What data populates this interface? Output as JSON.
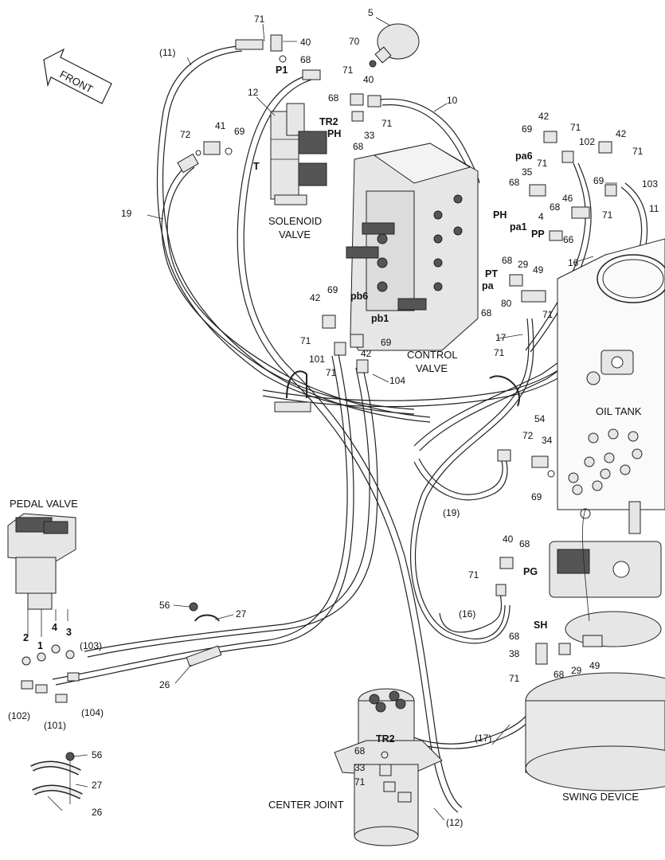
{
  "front_arrow": {
    "label": "FRONT"
  },
  "captions": {
    "solenoid": [
      "SOLENOID",
      "VALVE"
    ],
    "control": [
      "CONTROL",
      "VALVE"
    ],
    "oil_tank": "OIL TANK",
    "pedal": "PEDAL VALVE",
    "center_joint": "CENTER JOINT",
    "swing": "SWING DEVICE"
  },
  "ports": {
    "p1": "P1",
    "tr2_top": "TR2",
    "ph_top": "PH",
    "t": "T",
    "pa6": "pa6",
    "ph_right": "PH",
    "pa1": "pa1",
    "pp": "PP",
    "pt": "PT",
    "pa": "pa",
    "pb6": "pb6",
    "pb1": "pb1",
    "pg": "PG",
    "sh": "SH",
    "tr2_center": "TR2"
  },
  "callouts": {
    "n71a": "71",
    "n40a": "40",
    "n68a": "68",
    "n5": "5",
    "n70": "70",
    "n11p": "(11)",
    "n71b": "71",
    "n40b": "40",
    "n12": "12",
    "n68b": "68",
    "n71c": "71",
    "n33a": "33",
    "n68c": "68",
    "n10": "10",
    "n72a": "72",
    "n41": "41",
    "n69a": "69",
    "n19": "19",
    "n42a": "42",
    "n69b": "69",
    "n71d": "71",
    "n102": "102",
    "n42b": "42",
    "n71e": "71",
    "n35": "35",
    "n71f": "71",
    "n68d": "68",
    "n69c": "69",
    "n103": "103",
    "n46": "46",
    "n71g": "71",
    "n11": "11",
    "n4": "4",
    "n68e": "68",
    "n66": "66",
    "n16": "16",
    "n68f": "68",
    "n29a": "29",
    "n49a": "49",
    "n80": "80",
    "n68g": "68",
    "n71h": "71",
    "n17": "17",
    "n42c": "42",
    "n69d": "69",
    "n71i": "71",
    "n101": "101",
    "n42d": "42",
    "n69e": "69",
    "n71j": "71",
    "n104": "104",
    "n71k": "71",
    "n54": "54",
    "n72b": "72",
    "n34": "34",
    "n69f": "69",
    "n19p": "(19)",
    "n40c": "40",
    "n68h": "68",
    "n71l": "71",
    "n16p": "(16)",
    "n68i": "68",
    "n38": "38",
    "n29b": "29",
    "n68j": "68",
    "n49b": "49",
    "n71m": "71",
    "n17p": "(17)",
    "n56a": "56",
    "n27a": "27",
    "n26a": "26",
    "p2": "2",
    "p1n": "1",
    "p4": "4",
    "p3": "3",
    "n103p": "(103)",
    "n102p": "(102)",
    "n101p": "(101)",
    "n104p": "(104)",
    "n56b": "56",
    "n27b": "27",
    "n26b": "26",
    "n68k": "68",
    "n33b": "33",
    "n71n": "71",
    "n12p": "(12)"
  }
}
